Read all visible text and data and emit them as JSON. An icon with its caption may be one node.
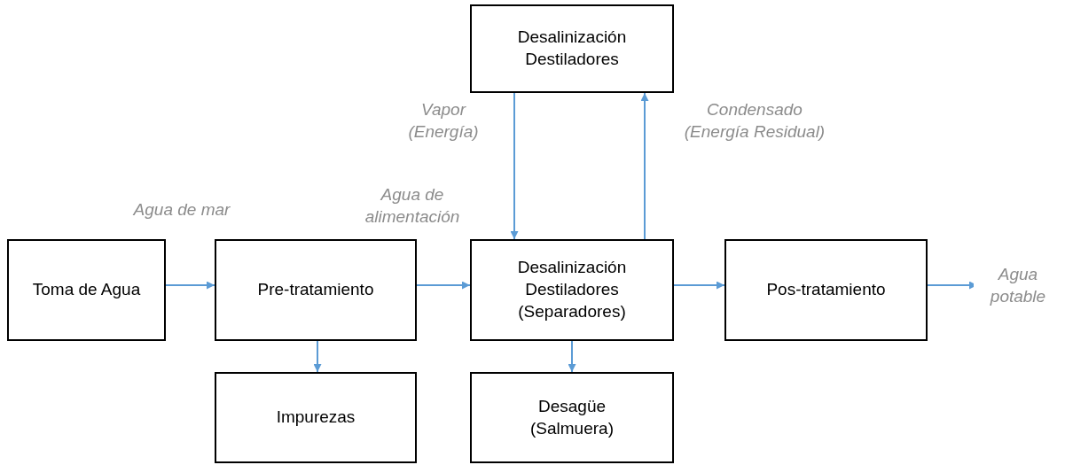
{
  "diagram": {
    "nodes": [
      {
        "text": [
          "Desalinización Destiladores"
        ]
      },
      {
        "text": [
          "Toma de Agua"
        ]
      },
      {
        "text": [
          "Pre-tratamiento"
        ]
      },
      {
        "text": [
          "Desalinización Destiladores (Separadores)"
        ]
      },
      {
        "text": [
          "Pos-tratamiento"
        ]
      },
      {
        "text": [
          "Impurezas"
        ]
      },
      {
        "text": [
          "Desagüe (Salmuera)"
        ]
      }
    ],
    "edges": [
      {
        "from": 1,
        "to": 2,
        "arrow": "to",
        "label": "Agua de mar"
      },
      {
        "from": 2,
        "to": 3,
        "arrow": "to",
        "label": "Agua de alimentación"
      },
      {
        "from": 0,
        "to": 3,
        "arrow": "to",
        "label": "Vapor (Energía)"
      },
      {
        "from": 3,
        "to": 0,
        "arrow": "to",
        "label": "Condensado (Energía Residual)"
      },
      {
        "from": 3,
        "to": 4,
        "arrow": "to"
      },
      {
        "from": 4,
        "to": null,
        "arrow": "to",
        "label": "Agua potable"
      },
      {
        "from": 2,
        "to": 5,
        "arrow": "to"
      },
      {
        "from": 3,
        "to": 6,
        "arrow": "to"
      }
    ]
  }
}
